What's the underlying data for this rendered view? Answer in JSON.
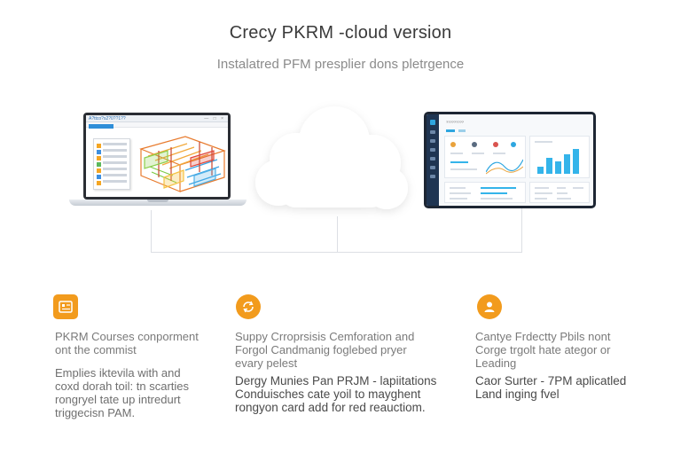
{
  "header": {
    "title": "Crecy PKRM -cloud version",
    "subtitle": "Instalatred PFM presplier dons pletrgence"
  },
  "devices": {
    "laptop": {
      "window_title": "A?ttco?s2?0??1??",
      "tab_label": "Ctrlmt?l?"
    },
    "tablet": {
      "app_title": "?????????"
    }
  },
  "features": [
    {
      "icon": "dashboard-icon",
      "heading_lines": [
        "PKRM Courses conporment",
        "ont the commist"
      ],
      "body_lines": [
        "Emplies iktevila with and",
        "coxd dorah toil: tn scarties",
        "rongryel tate up intredurt",
        "triggecisn PAM."
      ]
    },
    {
      "icon": "sync-icon",
      "heading_lines": [
        "Suppy Crroprsisis Cemforation and",
        "Forgol Candmanig foglebed pryer",
        "evary pelest"
      ],
      "body_lines": [
        "Dergy Munies Pan PRJM - lapiitations",
        "Conduisches cate yoil to mayghent",
        "rongyon card add for red reauctiom."
      ]
    },
    {
      "icon": "user-icon",
      "heading_lines": [
        "Cantye Frdectty Pbils nont",
        "Corge trgolt hate ategor or",
        "Leading"
      ],
      "body_lines": [
        "Caor Surter - 7PM aplicatled",
        "Land inging fvel"
      ]
    }
  ],
  "colors": {
    "accent_orange": "#f29b1d",
    "accent_blue": "#34b4ea",
    "tablet_frame": "#1d2633"
  }
}
